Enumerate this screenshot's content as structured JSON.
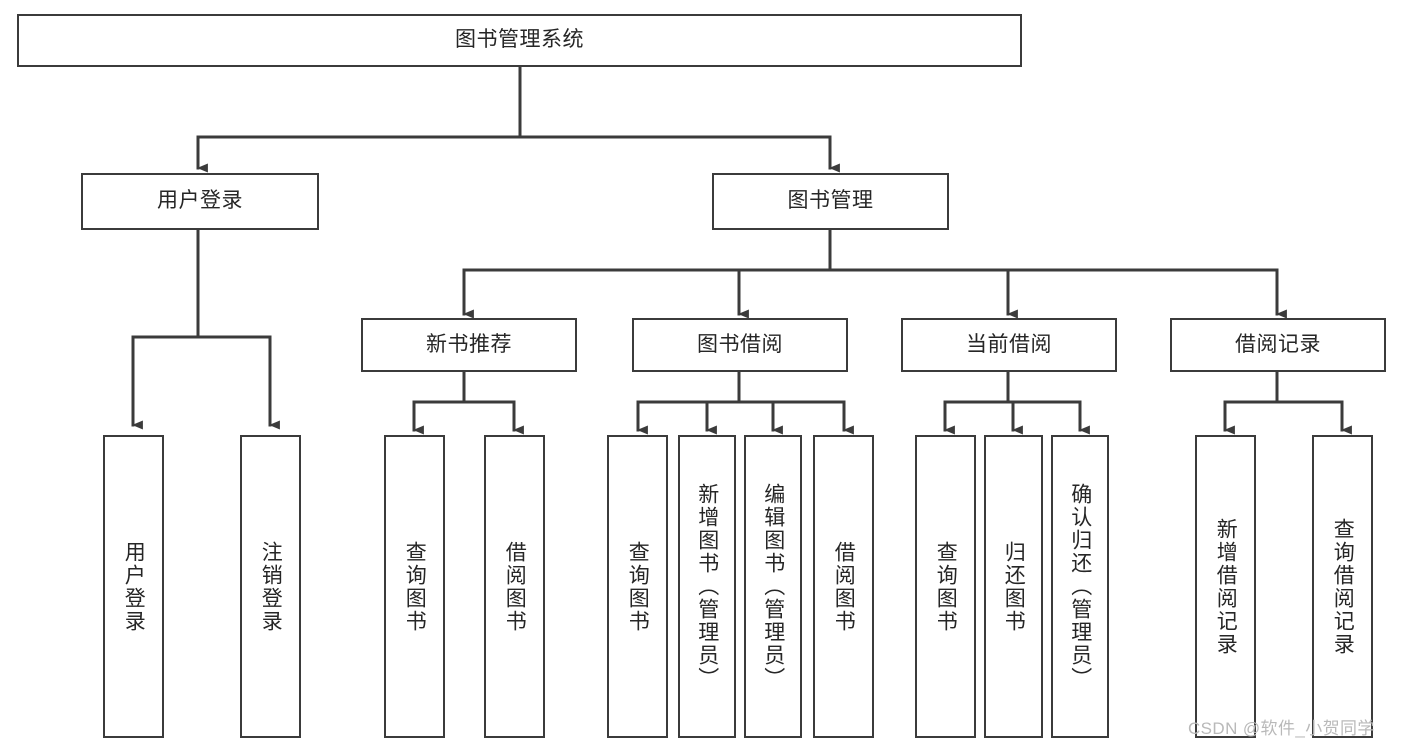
{
  "diagram": {
    "title": "图书管理系统",
    "type": "hierarchy-tree",
    "colors": {
      "line": "#3b3b3b",
      "box_fill": "#ffffff",
      "text": "#262626",
      "watermark": "#b9b9b9",
      "background": "#ffffff"
    },
    "root": {
      "label": "图书管理系统"
    },
    "level2": [
      {
        "id": "user-login",
        "label": "用户登录"
      },
      {
        "id": "book-management",
        "label": "图书管理"
      }
    ],
    "level3": [
      {
        "id": "new-book-recommend",
        "label": "新书推荐"
      },
      {
        "id": "book-borrow",
        "label": "图书借阅"
      },
      {
        "id": "current-borrow",
        "label": "当前借阅"
      },
      {
        "id": "borrow-record",
        "label": "借阅记录"
      }
    ],
    "leaves": {
      "user_login": [
        {
          "id": "leaf-user-login",
          "label": "用户登录"
        },
        {
          "id": "leaf-logout-login",
          "label": "注销登录"
        }
      ],
      "new_book_recommend": [
        {
          "id": "leaf-query-book-1",
          "label": "查询图书"
        },
        {
          "id": "leaf-borrow-book-1",
          "label": "借阅图书"
        }
      ],
      "book_borrow": [
        {
          "id": "leaf-query-book-2",
          "label": "查询图书"
        },
        {
          "id": "leaf-add-book",
          "label": "新增图书（管理员）"
        },
        {
          "id": "leaf-edit-book",
          "label": "编辑图书（管理员）"
        },
        {
          "id": "leaf-borrow-book-2",
          "label": "借阅图书"
        }
      ],
      "current_borrow": [
        {
          "id": "leaf-query-book-3",
          "label": "查询图书"
        },
        {
          "id": "leaf-return-book",
          "label": "归还图书"
        },
        {
          "id": "leaf-confirm-return",
          "label": "确认归还（管理员）"
        }
      ],
      "borrow_record": [
        {
          "id": "leaf-add-record",
          "label": "新增借阅记录"
        },
        {
          "id": "leaf-query-record",
          "label": "查询借阅记录"
        }
      ]
    }
  },
  "watermark": {
    "text": "CSDN @软件_小贺同学"
  }
}
